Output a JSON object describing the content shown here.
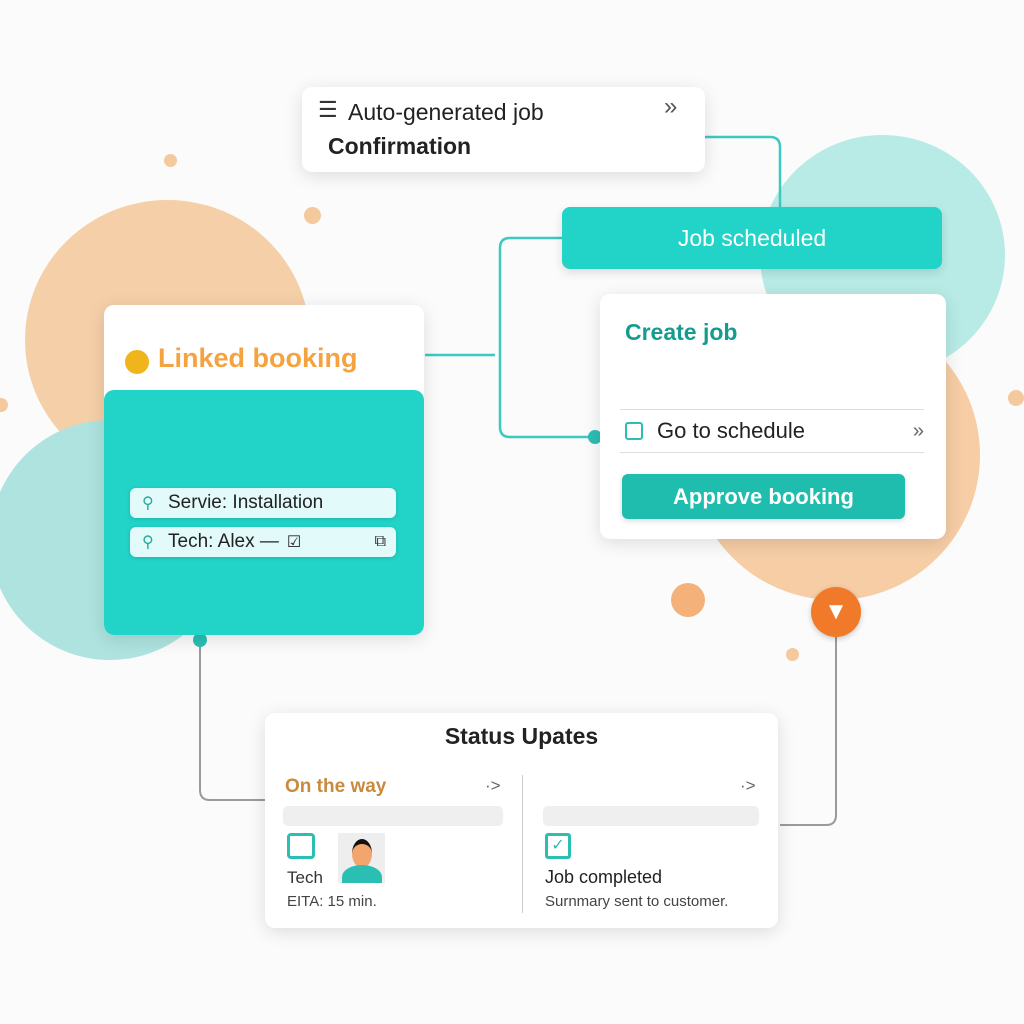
{
  "top_card": {
    "menu_icon": "hamburger-icon",
    "line1": "Auto-generated job",
    "line2": "Confirmation",
    "arrow": "»"
  },
  "job_scheduled": {
    "label": "Job scheduled"
  },
  "linked_booking": {
    "title": "Linked booking",
    "service": "Servie: Installation",
    "tech": "Tech: Alex —"
  },
  "create_job": {
    "title": "Create job",
    "go_to": "Go to schedule",
    "arrow": "»",
    "approve": "Approve booking"
  },
  "status": {
    "title": "Status Upates",
    "left": {
      "label": "On the way",
      "arrow": "·>",
      "tech": "Tech",
      "eta": "EITA: 15 min."
    },
    "right": {
      "arrow": "·>",
      "title": "Job completed",
      "summary": "Surnmary sent to customer."
    }
  },
  "colors": {
    "teal": "#22d3c8",
    "orange": "#f4a340",
    "peach": "#f4c99e"
  }
}
